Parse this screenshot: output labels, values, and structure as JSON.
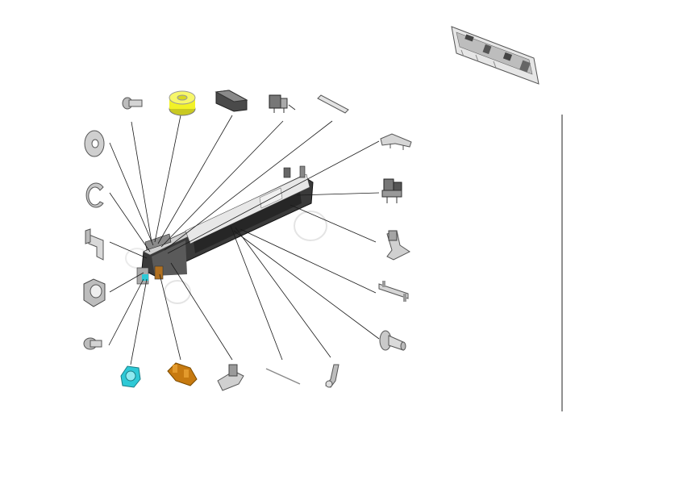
{
  "diagram": {
    "type": "exploded-parts-view",
    "background": "#ffffff",
    "leader_color": "#1a1a1a",
    "divider_color": "#222222",
    "colors": {
      "metal": "#d4d4d4",
      "metal_dark": "#8a8a8a",
      "frame": "#2e2e2e",
      "gear_yellow": "#f2f227",
      "gear_cyan": "#2ec9d6",
      "bracket_orange": "#c77a10"
    },
    "parts": [
      {
        "name": "washer-part",
        "icon": "washer-icon"
      },
      {
        "name": "e-ring-part",
        "icon": "e-ring-icon"
      },
      {
        "name": "small-bracket-part",
        "icon": "bracket-icon"
      },
      {
        "name": "bushing-part",
        "icon": "bushing-icon"
      },
      {
        "name": "screw-part",
        "icon": "screw-icon"
      },
      {
        "name": "cyan-gear-part",
        "icon": "gear-icon"
      },
      {
        "name": "orange-holder-part",
        "icon": "holder-icon"
      },
      {
        "name": "sensor-bracket-part",
        "icon": "bracket-icon"
      },
      {
        "name": "rod-part",
        "icon": "rod-icon"
      },
      {
        "name": "lever-part",
        "icon": "lever-icon"
      },
      {
        "name": "shoulder-screw-part",
        "icon": "screw-icon"
      },
      {
        "name": "yellow-pulley-part",
        "icon": "pulley-icon"
      },
      {
        "name": "cover-plate-part",
        "icon": "cover-icon"
      },
      {
        "name": "sensor-part",
        "icon": "sensor-icon"
      },
      {
        "name": "shaft-part",
        "icon": "shaft-icon"
      },
      {
        "name": "plate-spring-part",
        "icon": "spring-icon"
      },
      {
        "name": "photo-sensor-part",
        "icon": "sensor-icon"
      },
      {
        "name": "angle-bracket-part",
        "icon": "bracket-icon"
      },
      {
        "name": "long-bracket-part",
        "icon": "bracket-icon"
      },
      {
        "name": "pin-part",
        "icon": "pin-icon"
      }
    ]
  }
}
